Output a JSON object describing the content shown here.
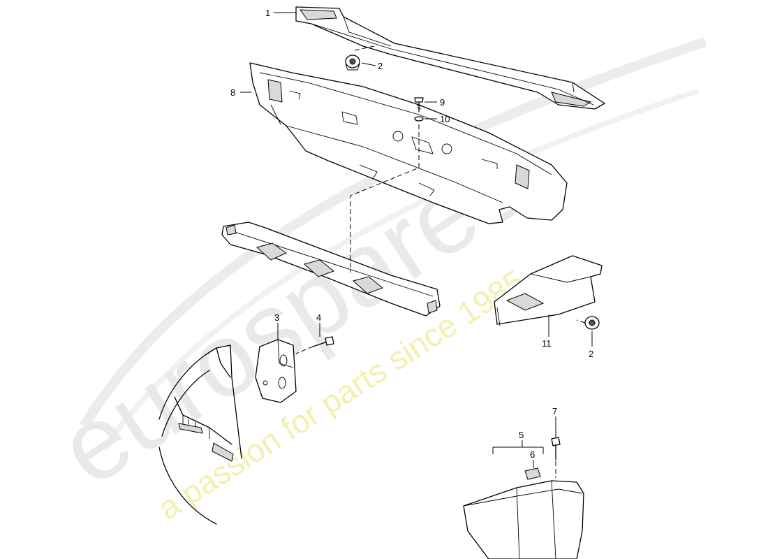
{
  "watermark": {
    "logo_text": "eurospares",
    "tagline": "a passion for parts since 1985"
  },
  "callouts": [
    {
      "id": "c1",
      "label": "1"
    },
    {
      "id": "c2a",
      "label": "2"
    },
    {
      "id": "c8",
      "label": "8"
    },
    {
      "id": "c9",
      "label": "9"
    },
    {
      "id": "c10",
      "label": "10"
    },
    {
      "id": "c3",
      "label": "3"
    },
    {
      "id": "c4",
      "label": "4"
    },
    {
      "id": "c11",
      "label": "11"
    },
    {
      "id": "c2b",
      "label": "2"
    },
    {
      "id": "c7",
      "label": "7"
    },
    {
      "id": "c5",
      "label": "5"
    },
    {
      "id": "c6",
      "label": "6"
    }
  ]
}
